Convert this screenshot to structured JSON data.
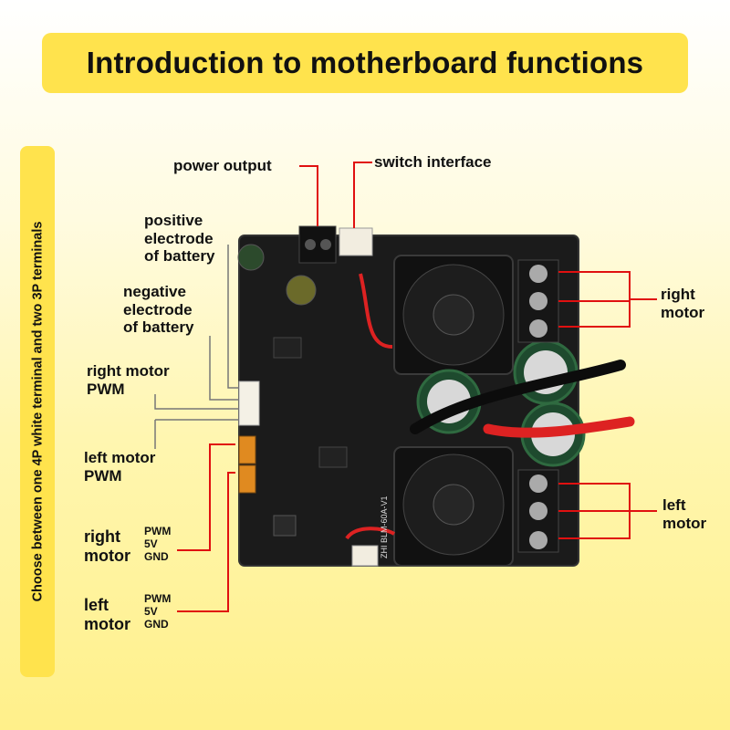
{
  "title": "Introduction to motherboard functions",
  "side_note": "Choose between one 4P white terminal and two 3P terminals",
  "labels": {
    "power_output": "power output",
    "switch_interface": "switch interface",
    "positive_electrode": [
      "positive",
      "electrode",
      "of battery"
    ],
    "negative_electrode": [
      "negative",
      "electrode",
      "of battery"
    ],
    "right_motor_pwm": [
      "right motor",
      "PWM"
    ],
    "left_motor_pwm": [
      "left motor",
      "PWM"
    ],
    "right_motor_terminal": [
      "right",
      "motor"
    ],
    "left_motor_terminal": [
      "left",
      "motor"
    ],
    "right_motor_3p": [
      "right",
      "motor"
    ],
    "left_motor_3p": [
      "left",
      "motor"
    ],
    "pin_labels": [
      "PWM",
      "5V",
      "GND"
    ]
  },
  "board_text": {
    "silkscreen_right": "ZHI BLM-60A-V1"
  },
  "colors": {
    "banner": "#ffe34d",
    "leader_line": "#e01010",
    "board": "#1b1b1b"
  }
}
